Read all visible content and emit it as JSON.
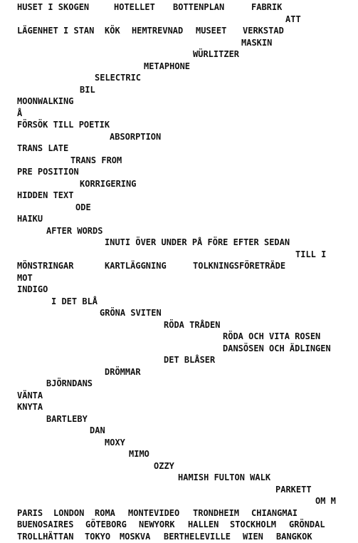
{
  "poem": {
    "lines": [
      [
        "HUSET I SKOGEN",
        "HOTELLET",
        "BOTTENPLAN",
        "FABRIK"
      ],
      [
        "ATT"
      ],
      [
        "LÄGENHET I STAN",
        "KÖK",
        "HEMTREVNAD",
        "MUSEET",
        "VERKSTAD"
      ],
      [
        "MASKIN"
      ],
      [
        "WÜRLITZER"
      ],
      [
        "METAPHONE"
      ],
      [
        "SELECTRIC"
      ],
      [
        "BIL"
      ],
      [
        "MOONWALKING"
      ],
      [
        "Å"
      ],
      [
        "FÖRSÖK TILL POETIK"
      ],
      [
        "ABSORPTION"
      ],
      [
        "TRANS LATE"
      ],
      [
        "TRANS FROM"
      ],
      [
        "PRE POSITION"
      ],
      [
        "KORRIGERING"
      ],
      [
        "HIDDEN TEXT"
      ],
      [
        "ODE"
      ],
      [
        "HAIKU"
      ],
      [
        "AFTER WORDS"
      ],
      [
        "INUTI ÖVER UNDER PÅ FÖRE EFTER SEDAN"
      ],
      [
        "TILL I"
      ],
      [
        "MÖNSTRINGAR",
        "KARTLÄGGNING",
        "TOLKNINGSFÖRETRÄDE"
      ],
      [
        "MOT"
      ],
      [
        "INDIGO"
      ],
      [
        "I DET BLÅ"
      ],
      [
        "GRÖNA SVITEN"
      ],
      [
        "RÖDA TRÅDEN"
      ],
      [
        "RÖDA OCH VITA ROSEN"
      ],
      [
        "DANSÖSEN OCH ÄDLINGEN"
      ],
      [
        "DET BLÅSER"
      ],
      [
        "DRÖMMAR"
      ],
      [
        "BJÖRNDANS"
      ],
      [
        "VÄNTA"
      ],
      [
        "KNYTA"
      ],
      [
        "BARTLEBY"
      ],
      [
        "DAN"
      ],
      [
        "MOXY"
      ],
      [
        "MIMO"
      ],
      [
        "OZZY"
      ],
      [
        "HAMISH FULTON WALK"
      ],
      [
        "PARKETT"
      ],
      [
        "OM M"
      ],
      [
        "PARIS",
        "LONDON",
        "ROMA",
        "MONTEVIDEO",
        "TRONDHEIM",
        "CHIANGMAI"
      ],
      [
        "BUENOSAIRES",
        "GÖTEBORG",
        "NEWYORK",
        "HALLEN",
        "STOCKHOLM",
        "GRÖNDAL"
      ],
      [
        "TROLLHÄTTAN",
        "TOKYO",
        "MOSKVA",
        "BERTHELEVILLE",
        "WIEN",
        "BANGKOK"
      ]
    ]
  }
}
